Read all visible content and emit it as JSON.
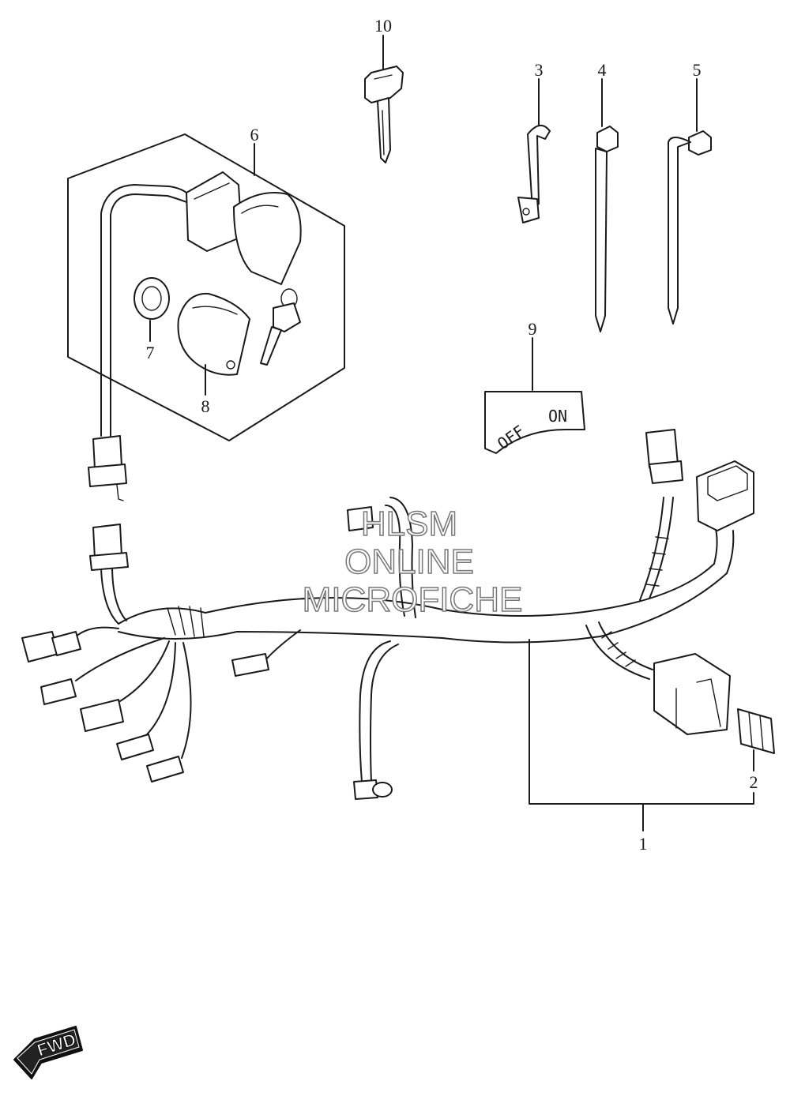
{
  "callouts": {
    "p1": "1",
    "p2": "2",
    "p3": "3",
    "p4": "4",
    "p5": "5",
    "p6": "6",
    "p7": "7",
    "p8": "8",
    "p9": "9",
    "p10": "10"
  },
  "plate": {
    "off": "OFF",
    "on": "ON"
  },
  "watermark": {
    "line1": "HLSM",
    "line2": "ONLINE",
    "line3": "MICROFICHE"
  },
  "direction_badge": {
    "label": "FWD"
  },
  "colors": {
    "line": "#1a1a1a",
    "background": "#ffffff",
    "watermark_outline": "#777777"
  }
}
